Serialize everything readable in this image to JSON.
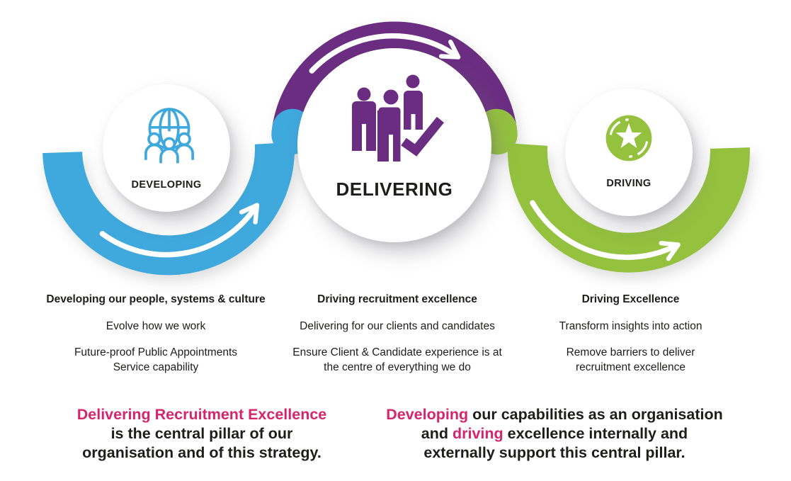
{
  "colors": {
    "blue": "#3FA8DC",
    "purple": "#6B2D81",
    "green": "#94C13E",
    "pink": "#d4256d",
    "text": "#1d1d1b"
  },
  "nodes": [
    {
      "id": "developing",
      "label": "DEVELOPING",
      "icon": "globe-people-icon",
      "color": "#3FA8DC"
    },
    {
      "id": "delivering",
      "label": "DELIVERING",
      "icon": "people-check-icon",
      "color": "#6B2D81"
    },
    {
      "id": "driving",
      "label": "DRIVING",
      "icon": "star-badge-icon",
      "color": "#94C13E"
    }
  ],
  "columns": [
    {
      "heading": "Developing our people, systems & culture",
      "items": [
        "Evolve how we work",
        "Future-proof Public Appointments Service capability"
      ]
    },
    {
      "heading": "Driving recruitment excellence",
      "items": [
        "Delivering for our clients and candidates",
        "Ensure Client & Candidate experience is at the centre of everything we do"
      ]
    },
    {
      "heading": "Driving Excellence",
      "items": [
        "Transform insights into action",
        "Remove barriers to deliver recruitment excellence"
      ]
    }
  ],
  "footnotes": [
    {
      "lines": [
        {
          "segments": [
            {
              "text": "Delivering Recruitment Excellence",
              "pink": true
            }
          ]
        },
        {
          "segments": [
            {
              "text": "is the central pillar of our",
              "pink": false
            }
          ]
        },
        {
          "segments": [
            {
              "text": "organisation and of this strategy.",
              "pink": false
            }
          ]
        }
      ]
    },
    {
      "lines": [
        {
          "segments": [
            {
              "text": "Developing",
              "pink": true
            },
            {
              "text": " our capabilities as an organisation",
              "pink": false
            }
          ]
        },
        {
          "segments": [
            {
              "text": "and ",
              "pink": false
            },
            {
              "text": "driving",
              "pink": true
            },
            {
              "text": " excellence internally and",
              "pink": false
            }
          ]
        },
        {
          "segments": [
            {
              "text": "externally support this central pillar.",
              "pink": false
            }
          ]
        }
      ]
    }
  ]
}
